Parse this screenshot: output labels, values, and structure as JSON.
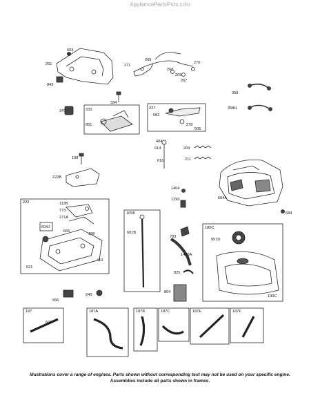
{
  "watermark": "AppliancePartsPros.com",
  "parts": [
    "603",
    "261",
    "843",
    "271",
    "269",
    "270",
    "268",
    "265",
    "267",
    "334",
    "347",
    "333",
    "851",
    "227",
    "582",
    "278",
    "505",
    "358",
    "358H",
    "108",
    "404",
    "614",
    "209",
    "211",
    "616",
    "222B",
    "1404",
    "1290",
    "604A",
    "684",
    "222",
    "113B",
    "773",
    "271A",
    "188",
    "665",
    "604J",
    "410",
    "621",
    "1058",
    "601B",
    "703",
    "1425A",
    "180C",
    "957D",
    "825",
    "804",
    "190C",
    "956",
    "240",
    "187",
    "601",
    "187A",
    "187B",
    "187C",
    "187E",
    "187F"
  ],
  "footer": {
    "line1": "Illustrations cover a range of engines. Parts shown without corresponding text may not be used on your specific engine.",
    "line2": "Assemblies include all parts shown in frames."
  }
}
